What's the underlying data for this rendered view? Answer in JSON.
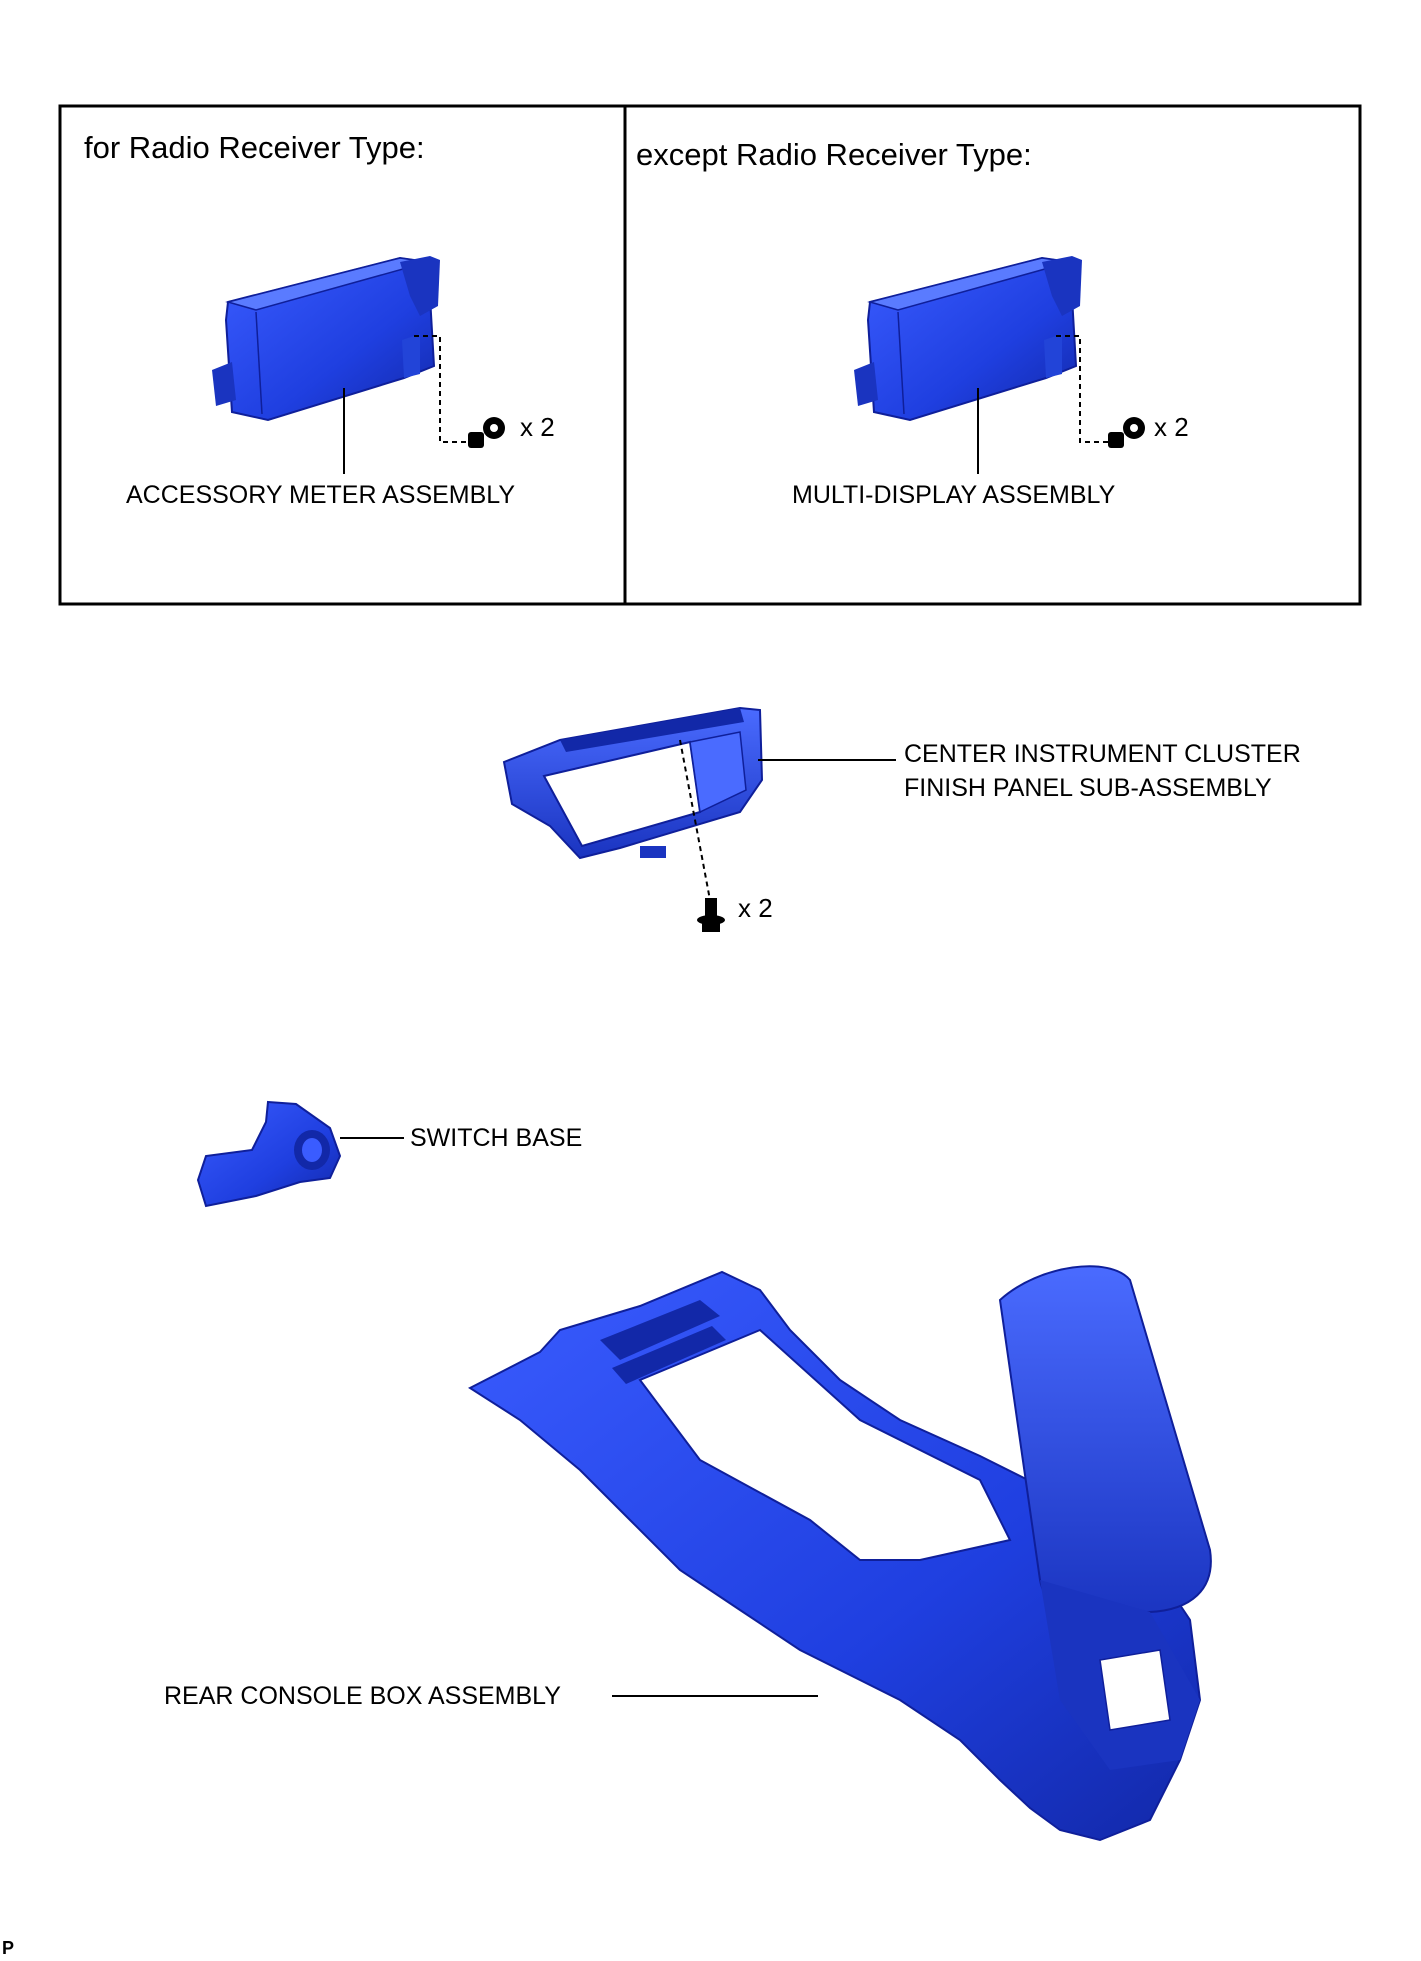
{
  "variant_box": {
    "left_header": "for Radio Receiver Type:",
    "right_header": "except Radio Receiver Type:",
    "left_part": "ACCESSORY METER ASSEMBLY",
    "right_part": "MULTI-DISPLAY ASSEMBLY",
    "left_qty": "x 2",
    "right_qty": "x 2"
  },
  "finish_panel": {
    "label_line1": "CENTER INSTRUMENT CLUSTER",
    "label_line2": "FINISH PANEL SUB-ASSEMBLY",
    "qty": "x 2"
  },
  "switch_base": {
    "label": "SWITCH BASE"
  },
  "console_box": {
    "label": "REAR CONSOLE BOX ASSEMBLY"
  },
  "corner_mark": "P",
  "colors": {
    "part_fill": "#1f3fe0",
    "part_dark": "#0f1f9a",
    "line": "#000000",
    "background": "#ffffff"
  }
}
